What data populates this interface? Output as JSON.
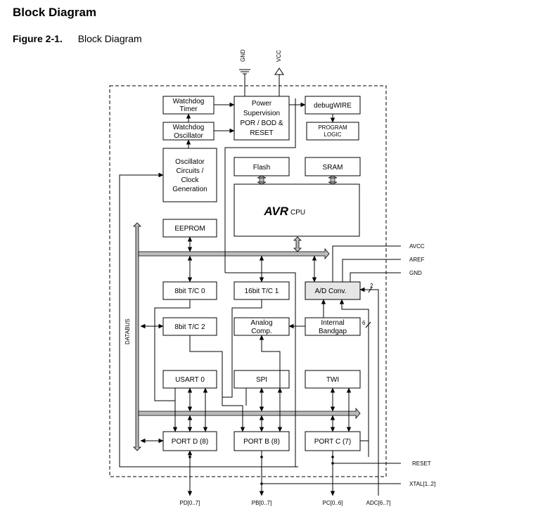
{
  "page": {
    "title": "Block Diagram"
  },
  "figure": {
    "number": "Figure 2-1.",
    "caption": "Block Diagram"
  },
  "power": {
    "gnd": "GND",
    "vcc": "VCC"
  },
  "blocks": {
    "watchdog_timer": [
      "Watchdog",
      "Timer"
    ],
    "watchdog_osc": [
      "Watchdog",
      "Oscillator"
    ],
    "oscillator": [
      "Oscillator",
      "Circuits /",
      "Clock",
      "Generation"
    ],
    "power_supervision": [
      "Power",
      "Supervision",
      "POR / BOD &",
      "RESET"
    ],
    "debugwire": "debugWIRE",
    "program_logic": [
      "PROGRAM",
      "LOGIC"
    ],
    "flash": "Flash",
    "sram": "SRAM",
    "cpu_logo": "AVR",
    "cpu_suffix": "CPU",
    "eeprom": "EEPROM",
    "tc0": "8bit T/C 0",
    "tc1": "16bit T/C 1",
    "adc": "A/D Conv.",
    "tc2": "8bit T/C 2",
    "analog_comp": [
      "Analog",
      "Comp."
    ],
    "bandgap": [
      "Internal",
      "Bandgap"
    ],
    "usart": "USART 0",
    "spi": "SPI",
    "twi": "TWI",
    "portd": "PORT D (8)",
    "portb": "PORT B (8)",
    "portc": "PORT C (7)",
    "databus": "DATABUS"
  },
  "signals": {
    "avcc": "AVCC",
    "aref": "AREF",
    "gnd": "GND",
    "reset": "RESET",
    "xtal": "XTAL[1..2]",
    "adc_bus_width_top": "2",
    "adc_bus_width_bottom": "6"
  },
  "pins": {
    "pd": "PD[0..7]",
    "pb": "PB[0..7]",
    "pc": "PC[0..6]",
    "adc": "ADC[6..7]"
  }
}
